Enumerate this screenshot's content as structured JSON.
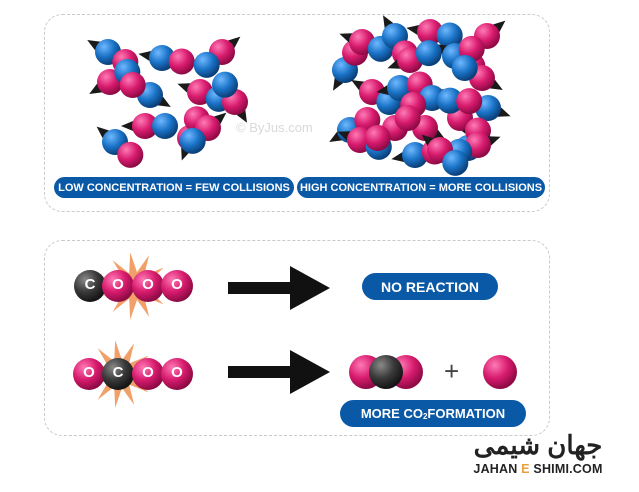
{
  "labels": {
    "low": "LOW CONCENTRATION = FEW COLLISIONS",
    "high": "HIGH CONCENTRATION = MORE COLLISIONS",
    "no_reaction": "NO REACTION",
    "more_co2_prefix": "MORE CO",
    "more_co2_sub": "2",
    "more_co2_suffix": " FORMATION",
    "plus": "+",
    "watermark": "© ByJus.com"
  },
  "atoms": {
    "c": "C",
    "o": "O"
  },
  "logo": {
    "persian": "جهان شیمی",
    "en_left": "JAHAN",
    "en_mid": "E",
    "en_right": "SHIMI.COM"
  },
  "colors": {
    "pink": "#d81b6e",
    "blue": "#1a73c7",
    "carbon": "#3a3a3a",
    "pill": "#0a59a6",
    "burst": "#f0a068",
    "arrow": "#111111"
  }
}
